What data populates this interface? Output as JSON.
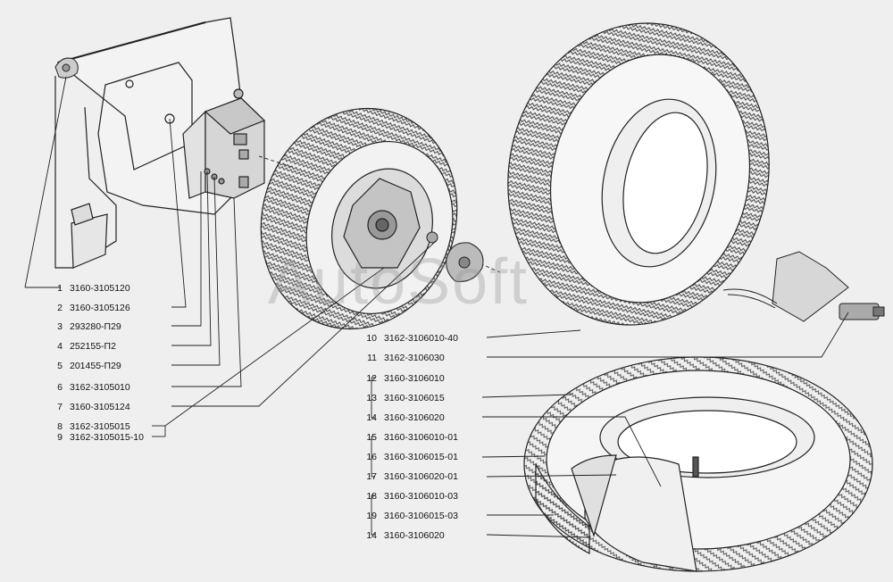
{
  "watermark": "AutoSoft",
  "callouts": [
    {
      "num": "1",
      "part": "3160-3105120"
    },
    {
      "num": "2",
      "part": "3160-3105126"
    },
    {
      "num": "3",
      "part": "293280-П29"
    },
    {
      "num": "4",
      "part": "252155-П2"
    },
    {
      "num": "5",
      "part": "201455-П29"
    },
    {
      "num": "6",
      "part": "3162-3105010"
    },
    {
      "num": "7",
      "part": "3160-3105124"
    },
    {
      "num": "8",
      "part": "3162-3105015"
    },
    {
      "num": "9",
      "part": "3162-3105015-10"
    },
    {
      "num": "10",
      "part": "3162-3106010-40"
    },
    {
      "num": "11",
      "part": "3162-3106030"
    },
    {
      "num": "12",
      "part": "3160-3106010"
    },
    {
      "num": "13",
      "part": "3160-3106015"
    },
    {
      "num": "14",
      "part": "3160-3106020"
    },
    {
      "num": "15",
      "part": "3160-3106010-01"
    },
    {
      "num": "16",
      "part": "3160-3106015-01"
    },
    {
      "num": "17",
      "part": "3160-3106020-01"
    },
    {
      "num": "18",
      "part": "3160-3106010-03"
    },
    {
      "num": "19",
      "part": "3160-3106015-03"
    },
    {
      "num": "14b",
      "part": "3160-3106020",
      "display": "14"
    }
  ],
  "colors": {
    "line": "#222222",
    "tread": "#444444",
    "bg": "#efefef"
  }
}
